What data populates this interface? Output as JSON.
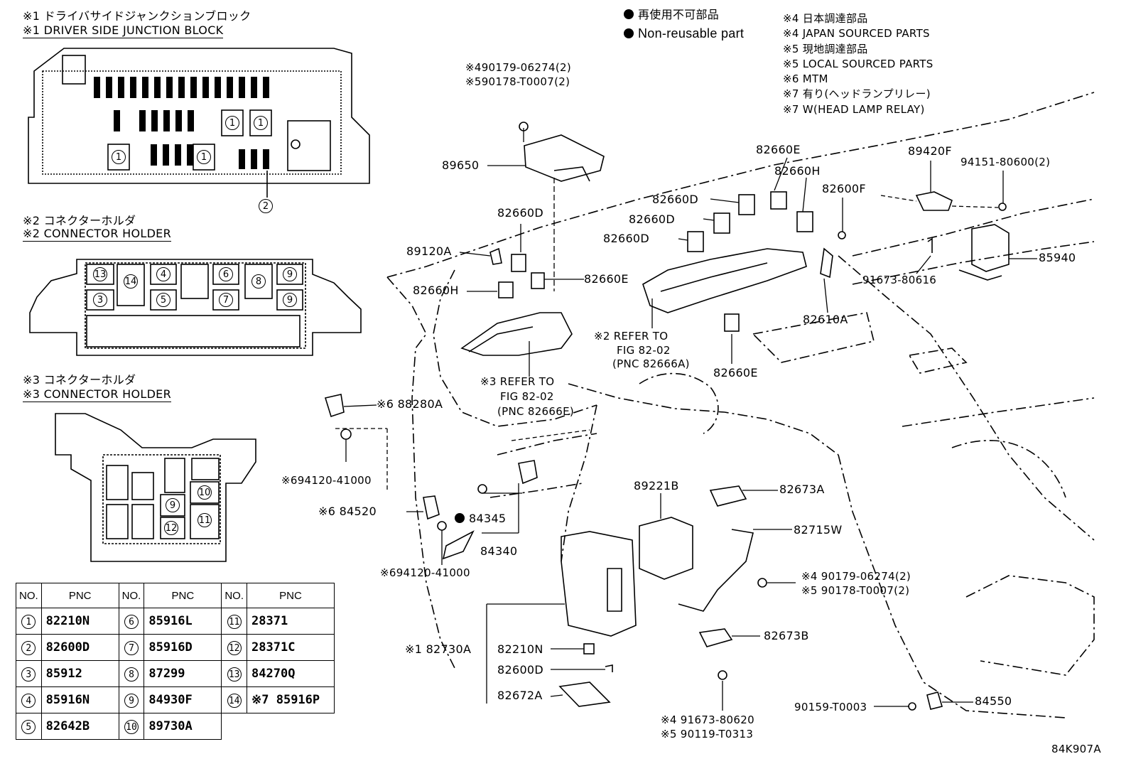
{
  "legend_top": {
    "non_reusable_jp": "再使用不可部品",
    "non_reusable_en": "Non-reusable part"
  },
  "notes": [
    "※4 日本調達部品",
    "※4 JAPAN SOURCED PARTS",
    "※5 現地調達部品",
    "※5 LOCAL SOURCED PARTS",
    "※6 MTM",
    "※7 有り(ヘッドランプリレー)",
    "※7 W(HEAD LAMP RELAY)"
  ],
  "insets": {
    "junction_block": {
      "title_jp": "※1 ドライバサイドジャンクションブロック",
      "title_en": "※1 DRIVER SIDE JUNCTION BLOCK",
      "callout": "2",
      "slots": [
        "1",
        "1",
        "1",
        "1"
      ]
    },
    "connector_holder_2": {
      "title_jp": "※2 コネクターホルダ",
      "title_en": "※2 CONNECTOR HOLDER",
      "slots": [
        "13",
        "14",
        "4",
        "6",
        "8",
        "9",
        "3",
        "5",
        "7",
        "9"
      ]
    },
    "connector_holder_3": {
      "title_jp": "※3 コネクターホルダ",
      "title_en": "※3 CONNECTOR HOLDER",
      "slots": [
        "10",
        "9",
        "11",
        "12"
      ]
    }
  },
  "table": {
    "headers": [
      "NO.",
      "PNC",
      "NO.",
      "PNC",
      "NO.",
      "PNC"
    ],
    "rows": [
      [
        {
          "no": "1",
          "pnc": "82210N"
        },
        {
          "no": "6",
          "pnc": "85916L"
        },
        {
          "no": "11",
          "pnc": "28371"
        }
      ],
      [
        {
          "no": "2",
          "pnc": "82600D"
        },
        {
          "no": "7",
          "pnc": "85916D"
        },
        {
          "no": "12",
          "pnc": "28371C"
        }
      ],
      [
        {
          "no": "3",
          "pnc": "85912"
        },
        {
          "no": "8",
          "pnc": "87299"
        },
        {
          "no": "13",
          "pnc": "84270Q"
        }
      ],
      [
        {
          "no": "4",
          "pnc": "85916N"
        },
        {
          "no": "9",
          "pnc": "84930F"
        },
        {
          "no": "14",
          "pnc": "※7 85916P"
        }
      ],
      [
        {
          "no": "5",
          "pnc": "82642B"
        },
        {
          "no": "10",
          "pnc": "89730A"
        },
        {
          "no": "",
          "pnc": ""
        }
      ]
    ]
  },
  "labels": {
    "l_90179_top": "※490179-06274(2)",
    "l_90178_top": "※590178-T0007(2)",
    "l_89650": "89650",
    "l_82660D_a": "82660D",
    "l_89120A": "89120A",
    "l_82660H_a": "82660H",
    "l_82660E_a": "82660E",
    "l_refer3_a": "※3 REFER TO",
    "l_refer3_b": "FIG 82-02",
    "l_refer3_c": "(PNC 82666E)",
    "l_82660E_top": "82660E",
    "l_82660H_b": "82660H",
    "l_82660D_b": "82660D",
    "l_82660D_c": "82660D",
    "l_82660D_d": "82660D",
    "l_82600F": "82600F",
    "l_refer2_a": "※2 REFER TO",
    "l_refer2_b": "FIG 82-02",
    "l_refer2_c": "(PNC 82666A)",
    "l_82660E_b": "82660E",
    "l_82610A": "82610A",
    "l_89420F": "89420F",
    "l_94151": "94151-80600(2)",
    "l_91673_a": "91673-80616",
    "l_85940": "85940",
    "l_88280A": "※6 88280A",
    "l_94120_a": "※694120-41000",
    "l_84520": "※6 84520",
    "l_84345": "84345",
    "l_84340": "84340",
    "l_94120_b": "※694120-41000",
    "l_89221B": "89221B",
    "l_82673A": "82673A",
    "l_82715W": "82715W",
    "l_90179_b": "※4 90179-06274(2)",
    "l_90178_b": "※5 90178-T0007(2)",
    "l_82730A": "※1 82730A",
    "l_82210N": "82210N",
    "l_82600D": "82600D",
    "l_82672A": "82672A",
    "l_82673B": "82673B",
    "l_91673_b": "※4 91673-80620",
    "l_90119": "※5 90119-T0313",
    "l_90159": "90159-T0003",
    "l_84550": "84550",
    "l_fig": "84K907A"
  }
}
